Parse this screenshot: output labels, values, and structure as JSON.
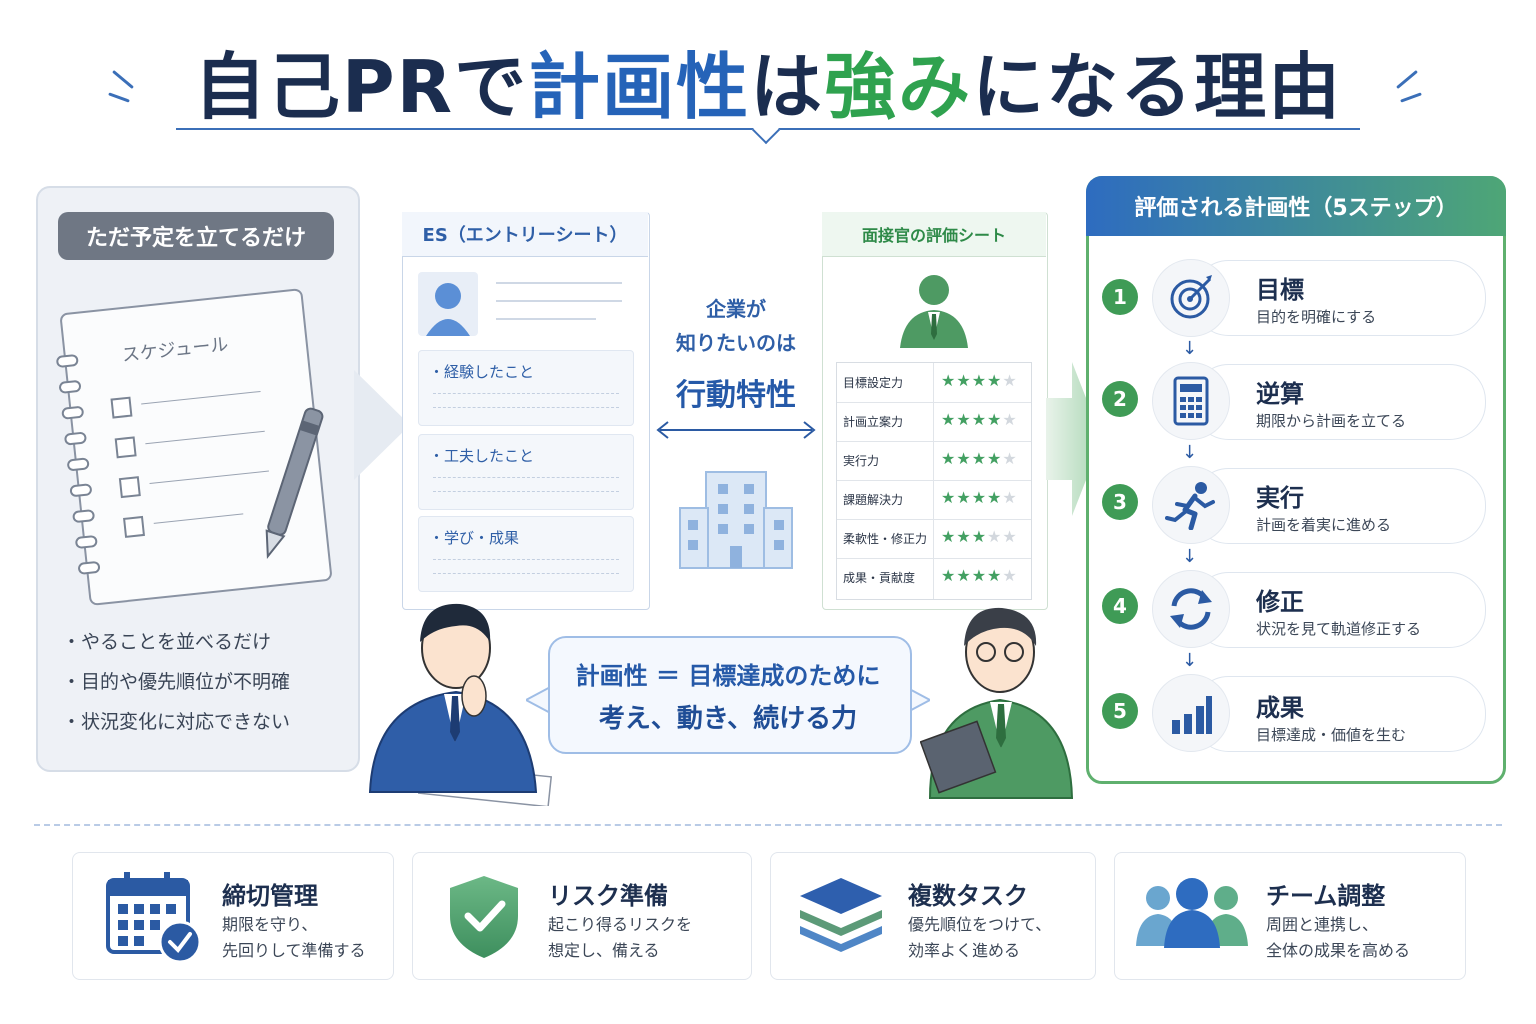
{
  "title": {
    "part1": "自己PRで",
    "part2": "計画性",
    "part3": "は",
    "part4": "強み",
    "part5": "になる理由"
  },
  "left": {
    "tag": "ただ予定を立てるだけ",
    "notebook_title": "スケジュール",
    "bullets": [
      "やることを並べるだけ",
      "目的や優先順位が不明確",
      "状況変化に対応できない"
    ]
  },
  "es": {
    "header": "ES（エントリーシート）",
    "sections": [
      "経験したこと",
      "工夫したこと",
      "学び・成果"
    ]
  },
  "center": {
    "line1": "企業が",
    "line2": "知りたいのは",
    "emphasis": "行動特性"
  },
  "evaluation": {
    "header": "面接官の評価シート",
    "rows": [
      {
        "label": "目標設定力",
        "stars": 4
      },
      {
        "label": "計画立案力",
        "stars": 4
      },
      {
        "label": "実行力",
        "stars": 4
      },
      {
        "label": "課題解決力",
        "stars": 4
      },
      {
        "label": "柔軟性・修正力",
        "stars": 3
      },
      {
        "label": "成果・貢献度",
        "stars": 4
      }
    ],
    "max_stars": 5
  },
  "bubble": {
    "line1": "計画性 ＝ 目標達成のために",
    "line2": "考え、動き、続ける力"
  },
  "steps": {
    "header": "評価される計画性（5ステップ）",
    "items": [
      {
        "num": "1",
        "title": "目標",
        "desc": "目的を明確にする",
        "icon": "target-icon"
      },
      {
        "num": "2",
        "title": "逆算",
        "desc": "期限から計画を立てる",
        "icon": "calculator-icon"
      },
      {
        "num": "3",
        "title": "実行",
        "desc": "計画を着実に進める",
        "icon": "runner-icon"
      },
      {
        "num": "4",
        "title": "修正",
        "desc": "状況を見て軌道修正する",
        "icon": "refresh-icon"
      },
      {
        "num": "5",
        "title": "成果",
        "desc": "目標達成・価値を生む",
        "icon": "bar-chart-icon"
      }
    ]
  },
  "bottom": [
    {
      "title": "締切管理",
      "desc1": "期限を守り、",
      "desc2": "先回りして準備する",
      "icon": "calendar-check-icon"
    },
    {
      "title": "リスク準備",
      "desc1": "起こり得るリスクを",
      "desc2": "想定し、備える",
      "icon": "shield-check-icon"
    },
    {
      "title": "複数タスク",
      "desc1": "優先順位をつけて、",
      "desc2": "効率よく進める",
      "icon": "layers-icon"
    },
    {
      "title": "チーム調整",
      "desc1": "周囲と連携し、",
      "desc2": "全体の成果を高める",
      "icon": "team-icon"
    }
  ],
  "colors": {
    "navy": "#1b2d4f",
    "blue": "#2563b8",
    "green": "#2fa24f",
    "star_on": "#43a062"
  }
}
